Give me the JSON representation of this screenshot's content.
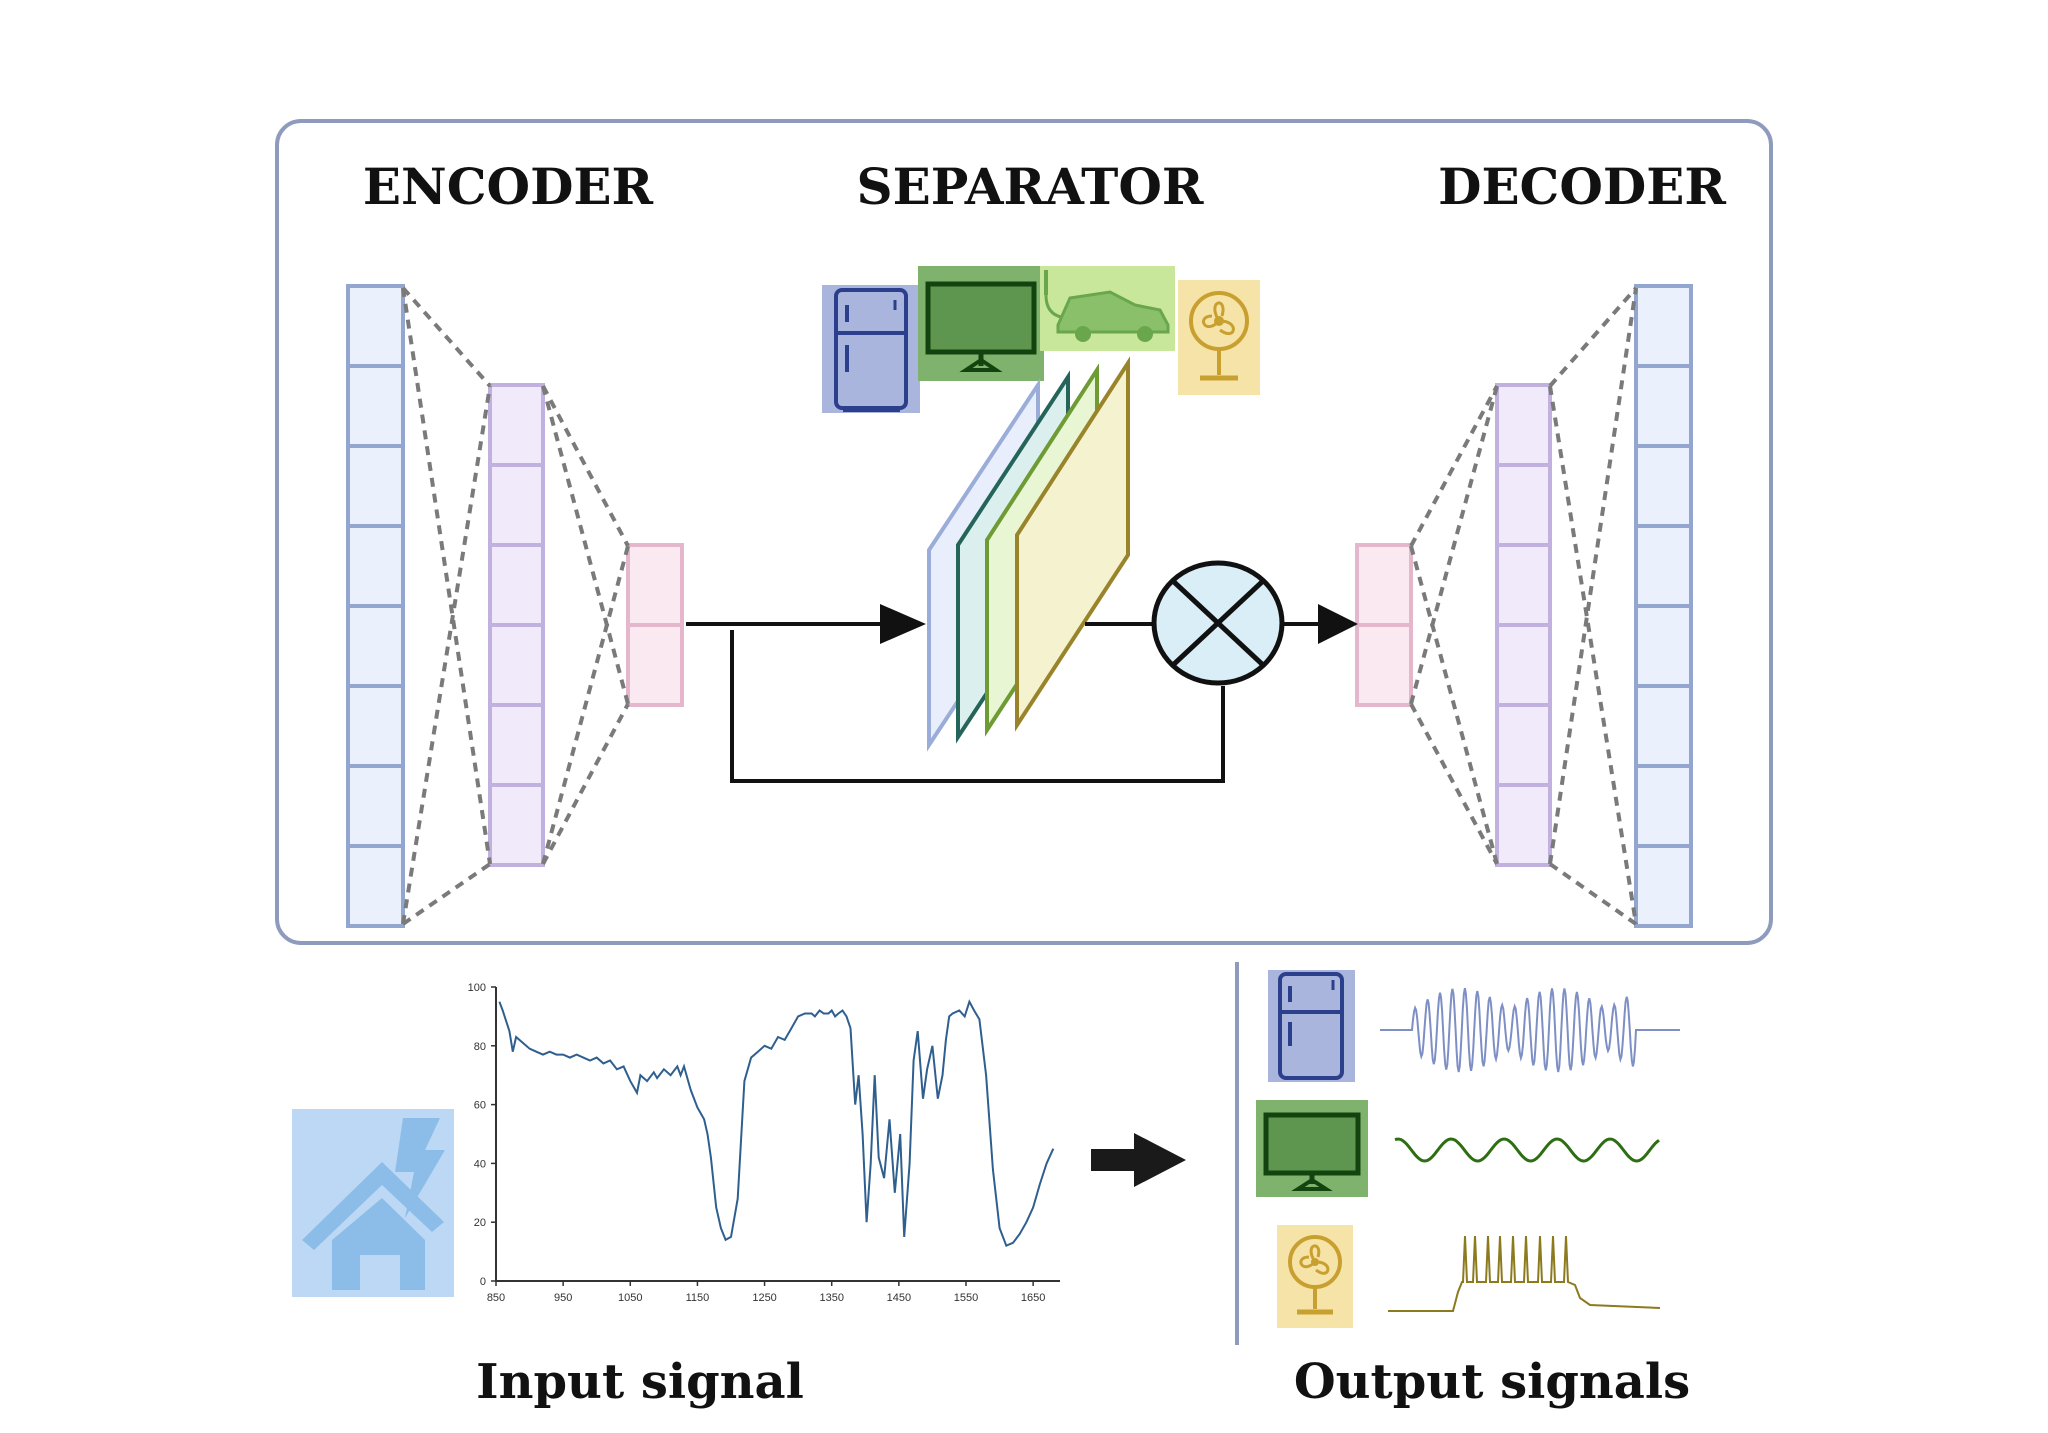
{
  "sections": {
    "encoder": "ENCODER",
    "separator": "SEPARATOR",
    "decoder": "DECODER"
  },
  "captions": {
    "input": "Input signal",
    "output": "Output signals"
  },
  "icons": {
    "separator_sources": [
      "fridge-icon",
      "monitor-icon",
      "electric-car-icon",
      "fan-icon"
    ],
    "input_source": "house-lightning-icon",
    "outputs": [
      "fridge-icon",
      "monitor-icon",
      "fan-icon"
    ]
  },
  "colors": {
    "frame": "#8e9bbd",
    "encoder_cell": "#eaf1fc",
    "encoder_border": "#93a6cf",
    "mid_cell": "#f1eafb",
    "mid_border": "#c1b1df",
    "latent_cell": "#fbe9f1",
    "latent_border": "#e4b7cc",
    "fridge": "#a9b5dd",
    "monitor": "#7fb36d",
    "car": "#c9e79a",
    "fan": "#f6e3a8",
    "house": "#bcd8f4",
    "signal": "#2f5f8f",
    "fridge_wave": "#7d8fc4",
    "monitor_wave": "#2e6e12",
    "fan_wave": "#8c7a1e"
  },
  "chart_data": {
    "type": "line",
    "title": "",
    "xlabel": "",
    "ylabel": "",
    "xlim": [
      850,
      1690
    ],
    "ylim": [
      0,
      100
    ],
    "x_ticks": [
      850,
      950,
      1050,
      1150,
      1250,
      1350,
      1450,
      1550,
      1650
    ],
    "x_tick_labels": [
      "850",
      "950",
      "1050",
      "1150",
      "1250",
      "1350",
      "1450",
      "1550",
      "1650"
    ],
    "y_ticks": [
      0,
      20,
      40,
      60,
      80,
      100
    ],
    "y_tick_labels": [
      "0",
      "20",
      "40",
      "60",
      "80",
      "100"
    ],
    "grid": false,
    "series": [
      {
        "x": [
          855,
          860,
          870,
          875,
          880,
          890,
          900,
          910,
          920,
          930,
          940,
          950,
          960,
          970,
          980,
          990,
          1000,
          1010,
          1020,
          1030,
          1040,
          1050,
          1060,
          1065,
          1075,
          1085,
          1090,
          1100,
          1110,
          1120,
          1125,
          1130,
          1140,
          1150,
          1160,
          1165,
          1170,
          1178,
          1185,
          1192,
          1200,
          1210,
          1220,
          1230,
          1240,
          1250,
          1260,
          1270,
          1280,
          1290,
          1300,
          1310,
          1320,
          1325,
          1332,
          1338,
          1345,
          1350,
          1355,
          1360,
          1366,
          1372,
          1378,
          1385,
          1390,
          1396,
          1402,
          1408,
          1414,
          1420,
          1428,
          1436,
          1444,
          1452,
          1458,
          1466,
          1472,
          1478,
          1486,
          1492,
          1500,
          1508,
          1515,
          1520,
          1525,
          1530,
          1540,
          1548,
          1555,
          1562,
          1570,
          1580,
          1590,
          1600,
          1610,
          1620,
          1630,
          1640,
          1650,
          1660,
          1670,
          1680
        ],
        "y": [
          95,
          92,
          85,
          78,
          83,
          81,
          79,
          78,
          77,
          78,
          77,
          77,
          76,
          77,
          76,
          75,
          76,
          74,
          75,
          72,
          73,
          68,
          64,
          70,
          68,
          71,
          69,
          72,
          70,
          73,
          70,
          73,
          65,
          59,
          55,
          50,
          42,
          25,
          18,
          14,
          15,
          28,
          68,
          76,
          78,
          80,
          79,
          83,
          82,
          86,
          90,
          91,
          91,
          90,
          92,
          91,
          91,
          92,
          90,
          91,
          92,
          90,
          86,
          60,
          70,
          50,
          20,
          40,
          70,
          42,
          35,
          55,
          30,
          50,
          15,
          40,
          75,
          85,
          62,
          72,
          80,
          62,
          70,
          82,
          90,
          91,
          92,
          90,
          95,
          92,
          89,
          70,
          38,
          18,
          12,
          13,
          16,
          20,
          25,
          33,
          40,
          45
        ]
      }
    ]
  }
}
